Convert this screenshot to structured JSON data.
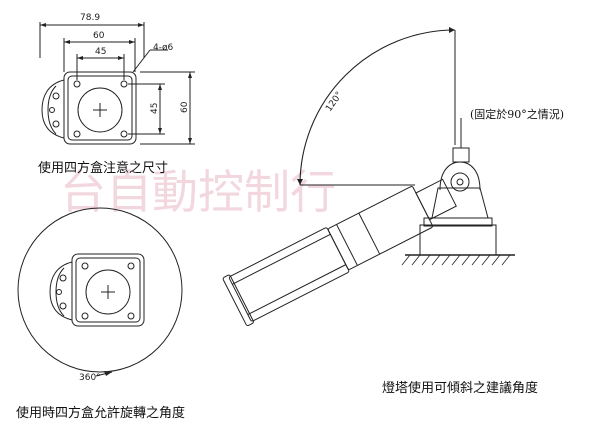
{
  "watermark": "台自動控制行",
  "top_left": {
    "dim_overall_width": "78.9",
    "dim_inner_width": "60",
    "dim_hole_spacing_h": "45",
    "dim_hole_spacing_v": "45",
    "dim_height": "60",
    "dim_holes": "4-ø6",
    "caption": "使用四方盒注意之尺寸"
  },
  "bottom_left": {
    "rotation_label": "360°",
    "caption": "使用時四方盒允許旋轉之角度"
  },
  "right": {
    "angle_label": "120°",
    "fixed_note": "(固定於90°之情況)",
    "caption": "燈塔使用可傾斜之建議角度"
  }
}
